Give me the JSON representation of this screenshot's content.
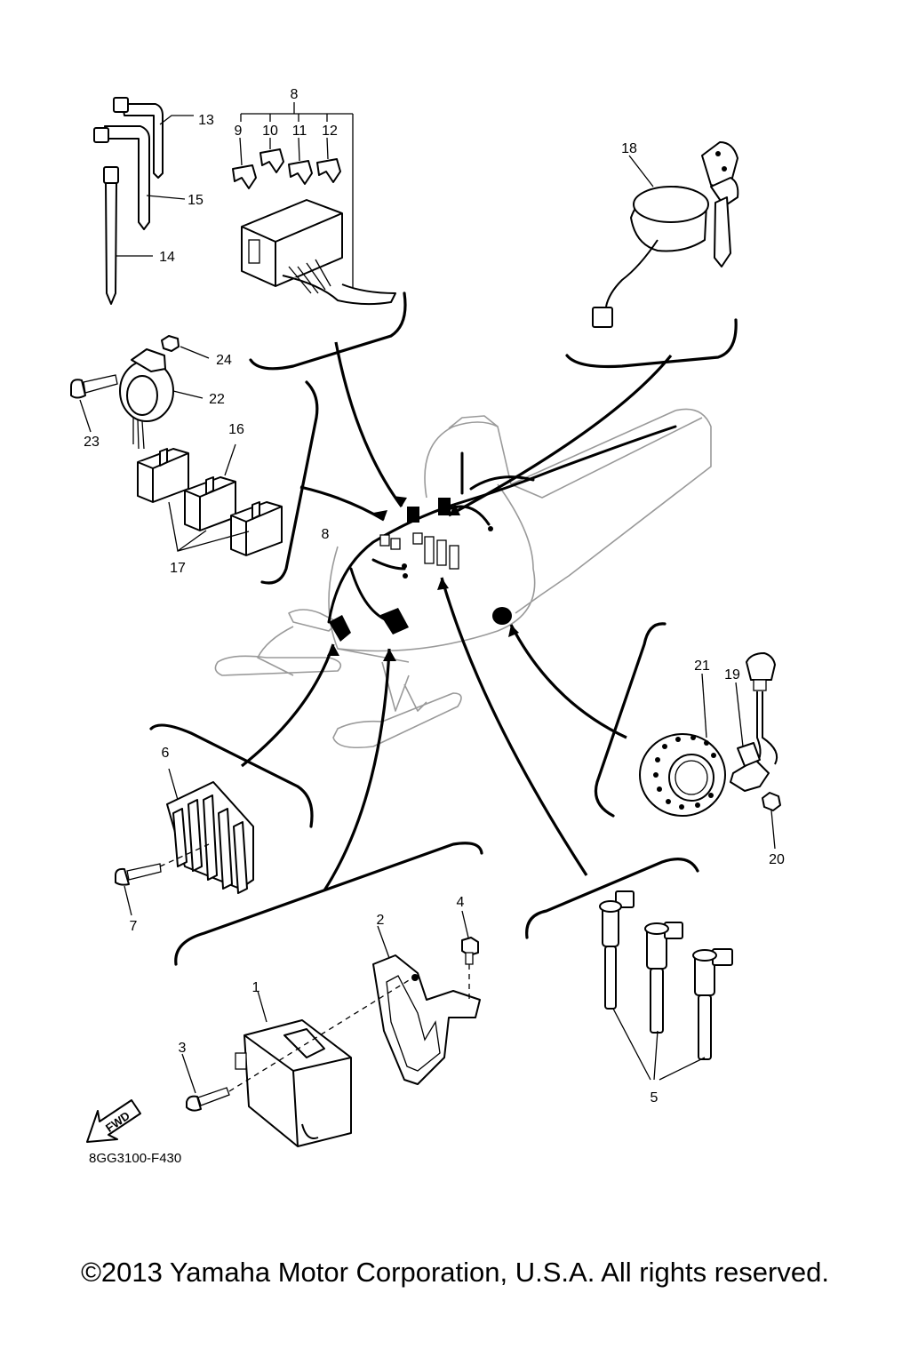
{
  "diagram": {
    "code": "8GG3100-F430",
    "fwd_label": "FWD",
    "copyright": "©2013 Yamaha Motor Corporation, U.S.A. All rights reserved.",
    "callouts": [
      {
        "id": "c1",
        "label": "1"
      },
      {
        "id": "c2",
        "label": "2"
      },
      {
        "id": "c3",
        "label": "3"
      },
      {
        "id": "c4",
        "label": "4"
      },
      {
        "id": "c5",
        "label": "5"
      },
      {
        "id": "c6",
        "label": "6"
      },
      {
        "id": "c7",
        "label": "7"
      },
      {
        "id": "c8",
        "label": "8"
      },
      {
        "id": "c8b",
        "label": "8"
      },
      {
        "id": "c9",
        "label": "9"
      },
      {
        "id": "c10",
        "label": "10"
      },
      {
        "id": "c11",
        "label": "11"
      },
      {
        "id": "c12",
        "label": "12"
      },
      {
        "id": "c13",
        "label": "13"
      },
      {
        "id": "c14",
        "label": "14"
      },
      {
        "id": "c15",
        "label": "15"
      },
      {
        "id": "c16",
        "label": "16"
      },
      {
        "id": "c17",
        "label": "17"
      },
      {
        "id": "c18",
        "label": "18"
      },
      {
        "id": "c19",
        "label": "19"
      },
      {
        "id": "c20",
        "label": "20"
      },
      {
        "id": "c21",
        "label": "21"
      },
      {
        "id": "c22",
        "label": "22"
      },
      {
        "id": "c23",
        "label": "23"
      },
      {
        "id": "c24",
        "label": "24"
      }
    ]
  }
}
